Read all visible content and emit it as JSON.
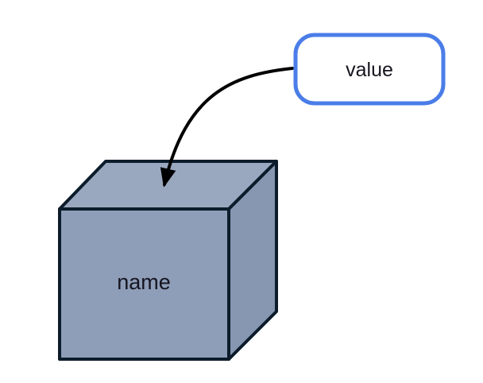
{
  "diagram": {
    "title": "variable-assignment-diagram",
    "value_label": "value",
    "name_label": "name"
  },
  "colors": {
    "background": "#ffffff",
    "value_border": "#4a7de8",
    "box_top": "#9aa8bf",
    "box_right": "#8797b1",
    "box_front": "#8e9db8",
    "outline": "#0d1c2b",
    "arrow": "#000000",
    "text": "#15151f"
  }
}
